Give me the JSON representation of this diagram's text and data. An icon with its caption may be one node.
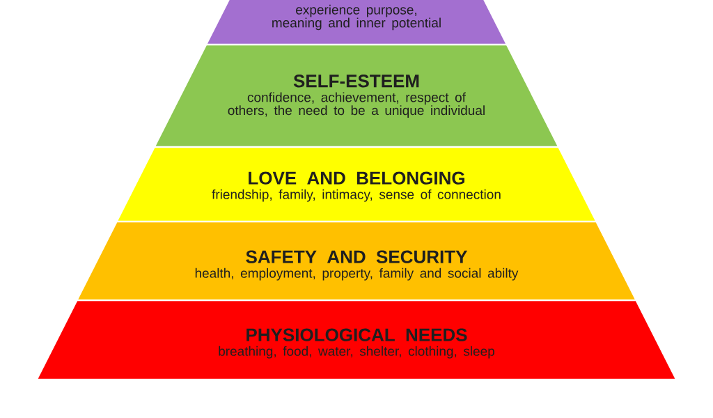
{
  "diagram": {
    "nodes": [
      {
        "text": [
          "experience purpose, meaning and inner potential"
        ]
      },
      {
        "text": [
          "SELF-ESTEEM",
          "confidence, achievement, respect of others, the need to be a unique individual"
        ]
      },
      {
        "text": [
          "LOVE AND BELONGING",
          "friendship, family, intimacy, sense of connection"
        ]
      },
      {
        "text": [
          "SAFETY AND SECURITY",
          "health, employment, property, family and social abilty"
        ]
      },
      {
        "text": [
          "PHYSIOLOGICAL NEEDS",
          "breathing, food, water, shelter, clothing, sleep"
        ]
      }
    ]
  }
}
